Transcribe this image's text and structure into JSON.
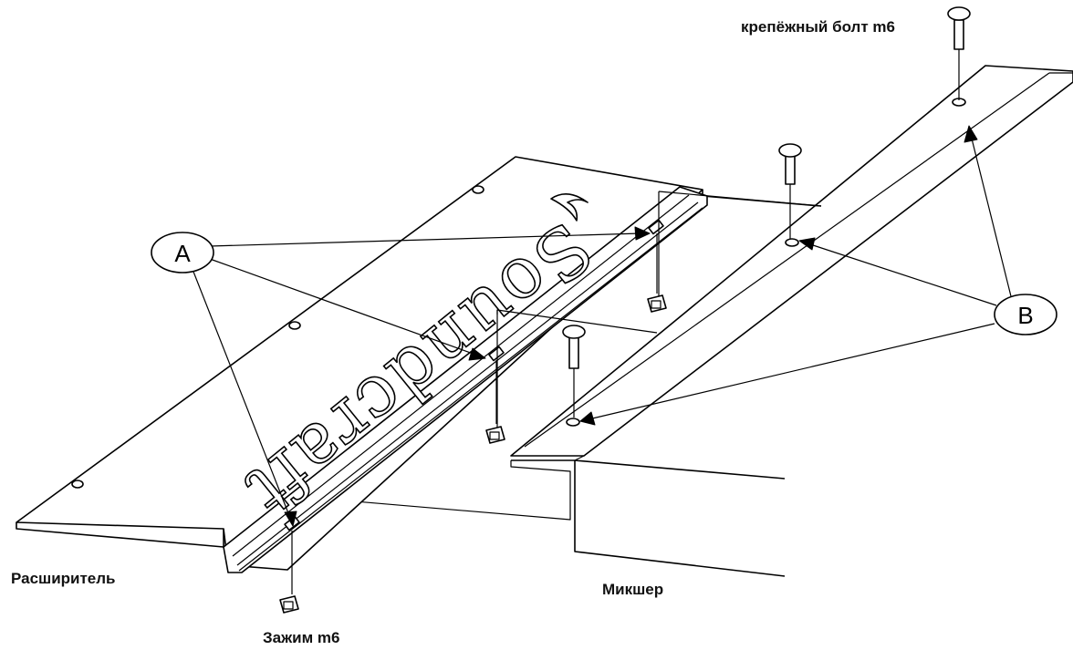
{
  "labels": {
    "bolt": "крепёжный болт m6",
    "expander": "Расширитель",
    "mixer": "Микшер",
    "clamp": "Зажим m6",
    "callout_a": "A",
    "callout_b": "B"
  },
  "logo_text": "Soundcraft",
  "colors": {
    "line": "#000000",
    "background": "#ffffff"
  }
}
